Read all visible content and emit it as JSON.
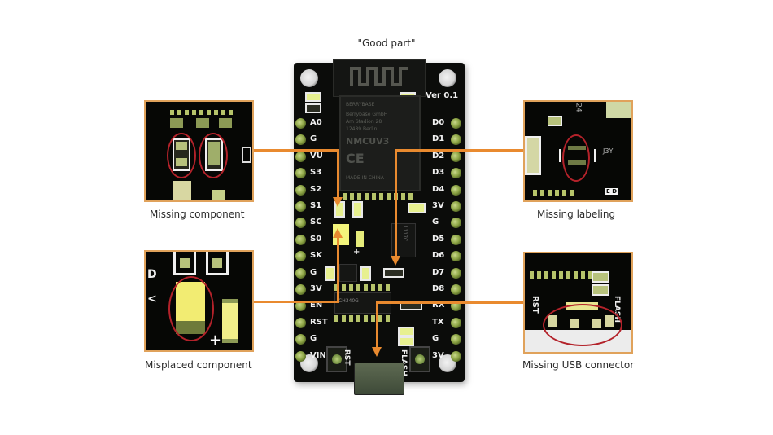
{
  "title": "\"Good part\"",
  "board": {
    "version_label": "Ver 0.1",
    "module_lines": [
      "BERRYBASE",
      "Berrybase GmbH",
      "Am Stadion 28",
      "12489 Berlin",
      "NMCUV3",
      "CE",
      "MADE IN CHINA"
    ],
    "left_pins": [
      "A0",
      "G",
      "VU",
      "S3",
      "S2",
      "S1",
      "SC",
      "S0",
      "SK",
      "G",
      "3V",
      "EN",
      "RST",
      "G",
      "VIN"
    ],
    "right_pins": [
      "D0",
      "D1",
      "D2",
      "D3",
      "D4",
      "3V",
      "G",
      "D5",
      "D6",
      "D7",
      "D8",
      "RX",
      "TX",
      "G",
      "3V"
    ],
    "button_labels": {
      "reset": "RST",
      "flash": "FLASH"
    },
    "regulator_label": "1117C",
    "chip_label": "CH340G"
  },
  "defects": [
    {
      "id": "missing-component",
      "caption": "Missing component",
      "position": "top-left"
    },
    {
      "id": "missing-labeling",
      "caption": "Missing labeling",
      "position": "top-right"
    },
    {
      "id": "misplaced-component",
      "caption": "Misplaced component",
      "position": "bottom-left"
    },
    {
      "id": "missing-usb-connector",
      "caption": "Missing USB connector",
      "position": "bottom-right"
    }
  ],
  "colors": {
    "arrow": "#e98a2f",
    "inset_border": "#e0a25b",
    "highlight_ring": "#b3222a",
    "pcb": "#0b0c0a"
  },
  "inset_texts": {
    "labeling_marks": [
      "24",
      "J3Y",
      "E D"
    ],
    "usb_marks": [
      "RST",
      "FLASH"
    ],
    "misplaced_plus": "+"
  }
}
